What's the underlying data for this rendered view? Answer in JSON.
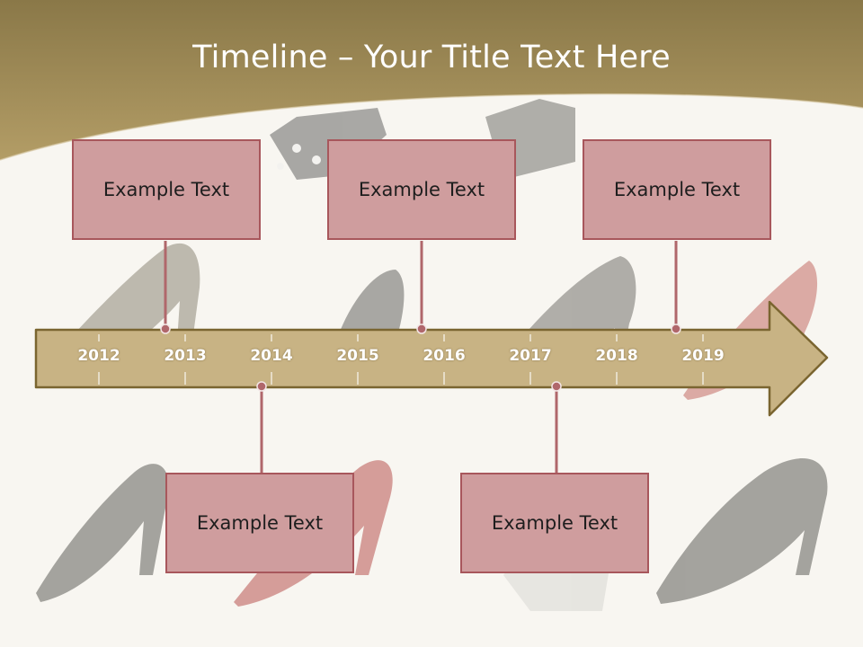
{
  "slide": {
    "title": "Timeline – Your Title Text Here",
    "years": [
      "2012",
      "2013",
      "2014",
      "2015",
      "2016",
      "2017",
      "2018",
      "2019"
    ],
    "events": [
      {
        "label": "Example Text"
      },
      {
        "label": "Example Text"
      },
      {
        "label": "Example Text"
      },
      {
        "label": "Example Text"
      },
      {
        "label": "Example Text"
      }
    ]
  },
  "colors": {
    "header": "#a89462",
    "arrow_fill": "#c8b384",
    "arrow_stroke": "#7a6530",
    "box_fill": "#cf9d9e",
    "box_border": "#a8575c",
    "connector": "#b0676b"
  }
}
